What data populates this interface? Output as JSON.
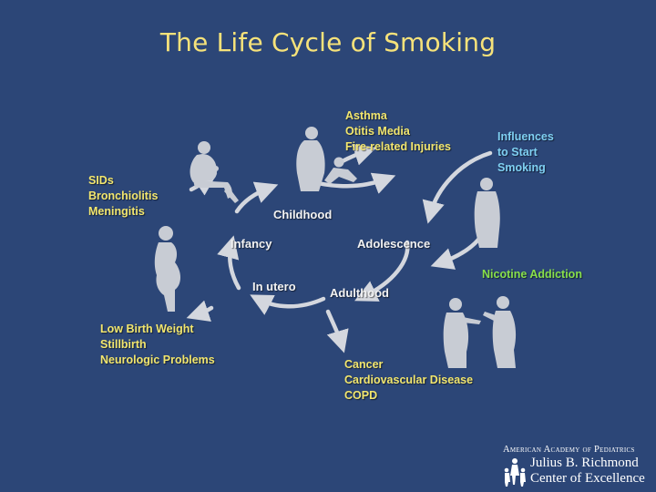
{
  "title": "The Life Cycle of Smoking",
  "stages": {
    "childhood": "Childhood",
    "infancy": "Infancy",
    "adolescence": "Adolescence",
    "in_utero": "In utero",
    "adulthood": "Adulthood"
  },
  "effects": {
    "childhood": [
      "Asthma",
      "Otitis Media",
      "Fire-related Injuries"
    ],
    "infancy": [
      "SIDs",
      "Bronchiolitis",
      "Meningitis"
    ],
    "in_utero": [
      "Low Birth Weight",
      "Stillbirth",
      "Neurologic Problems"
    ],
    "adulthood": [
      "Cancer",
      "Cardiovascular Disease",
      "COPD"
    ],
    "adolescence_influences": [
      "Influences",
      "to Start",
      "Smoking"
    ],
    "nicotine": "Nicotine Addiction"
  },
  "logo": {
    "line1": "American Academy of Pediatrics",
    "line2": "Julius B. Richmond",
    "line3": "Center of Excellence"
  },
  "colors": {
    "background": "#2c4677",
    "title": "#f6e27a",
    "effects_text": "#f2e66e",
    "stage_text": "#f3f3f3",
    "influences_text": "#7fd0f2",
    "nicotine_text": "#88e04a",
    "figures": "#c8ccd4"
  }
}
